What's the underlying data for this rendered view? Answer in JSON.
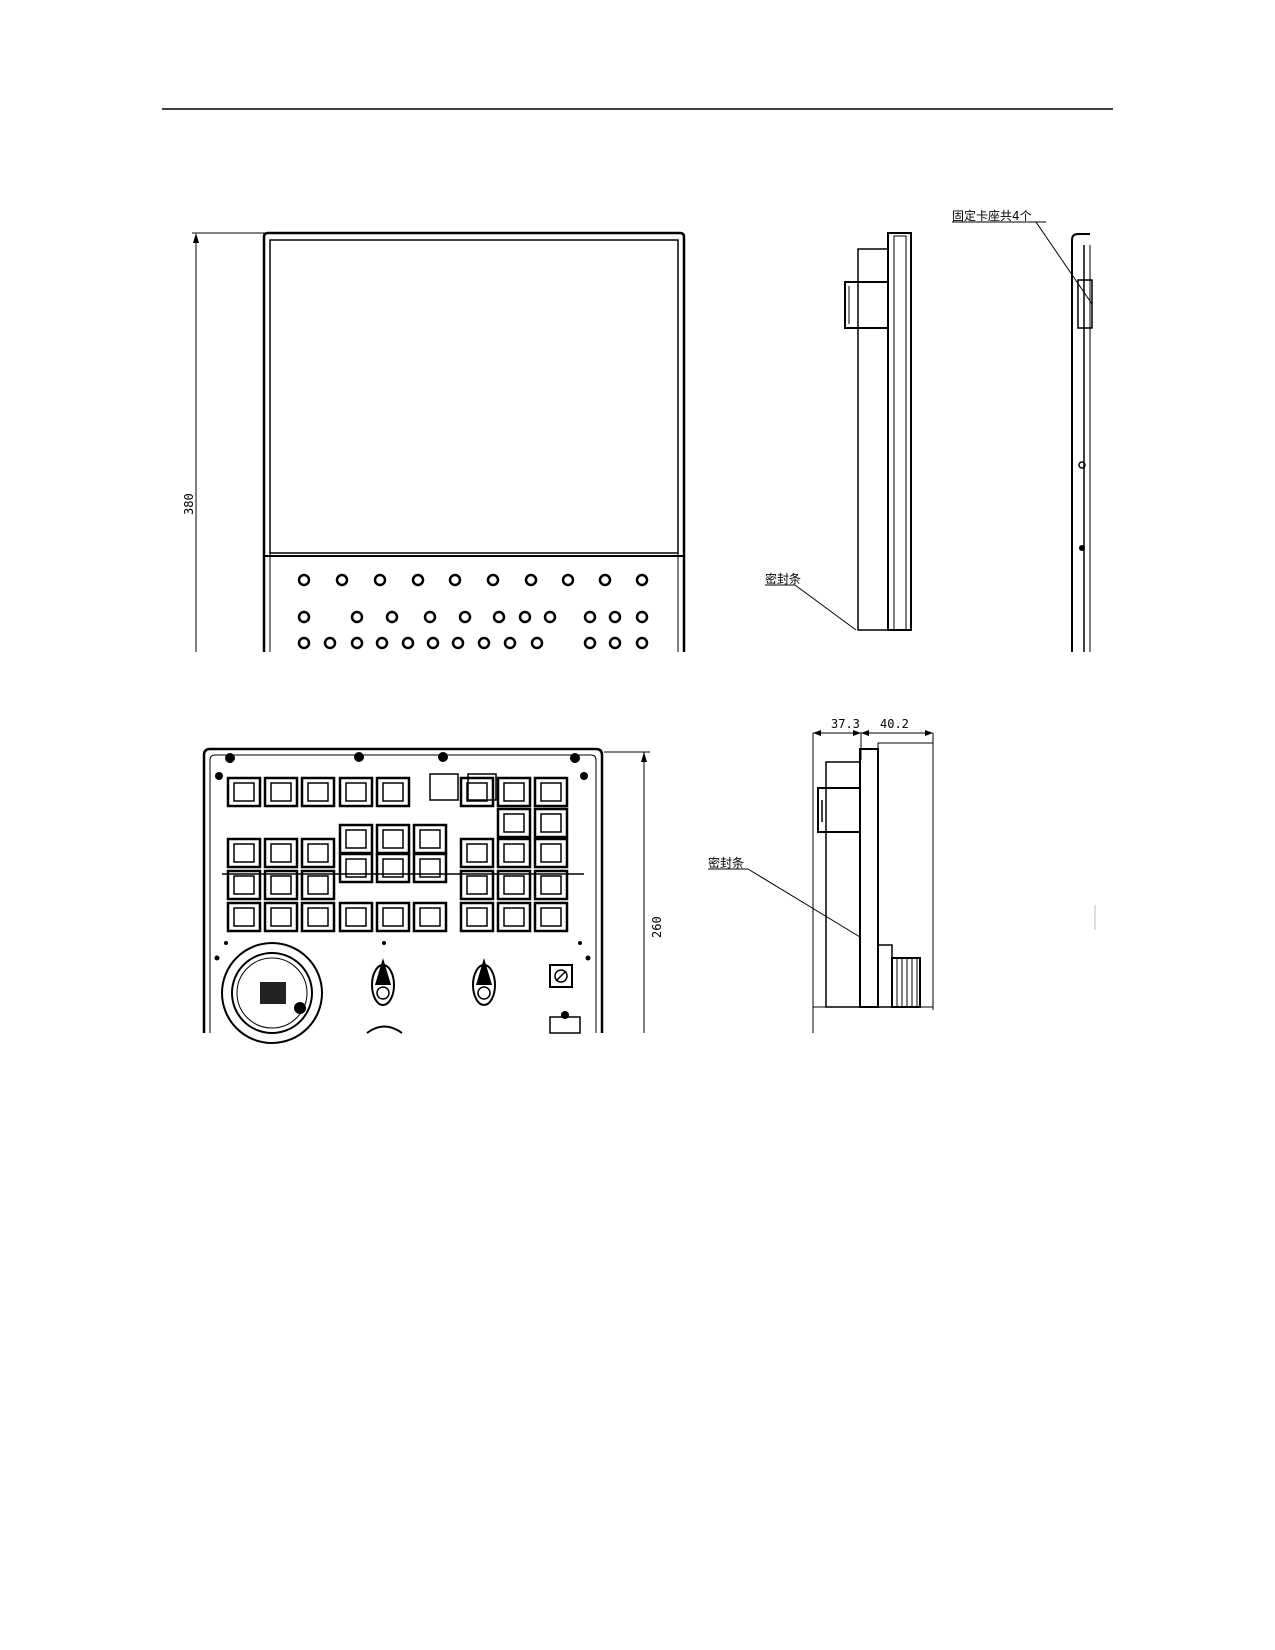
{
  "header": {
    "rule": true
  },
  "front_view_upper": {
    "height_dim": "380"
  },
  "side_view_upper": {
    "clip_label": "固定卡座共4个",
    "seal_label": "密封条"
  },
  "front_view_lower": {
    "height_dim": "260"
  },
  "side_view_lower": {
    "dim_left": "37.3",
    "dim_right": "40.2",
    "seal_label": "密封条"
  }
}
